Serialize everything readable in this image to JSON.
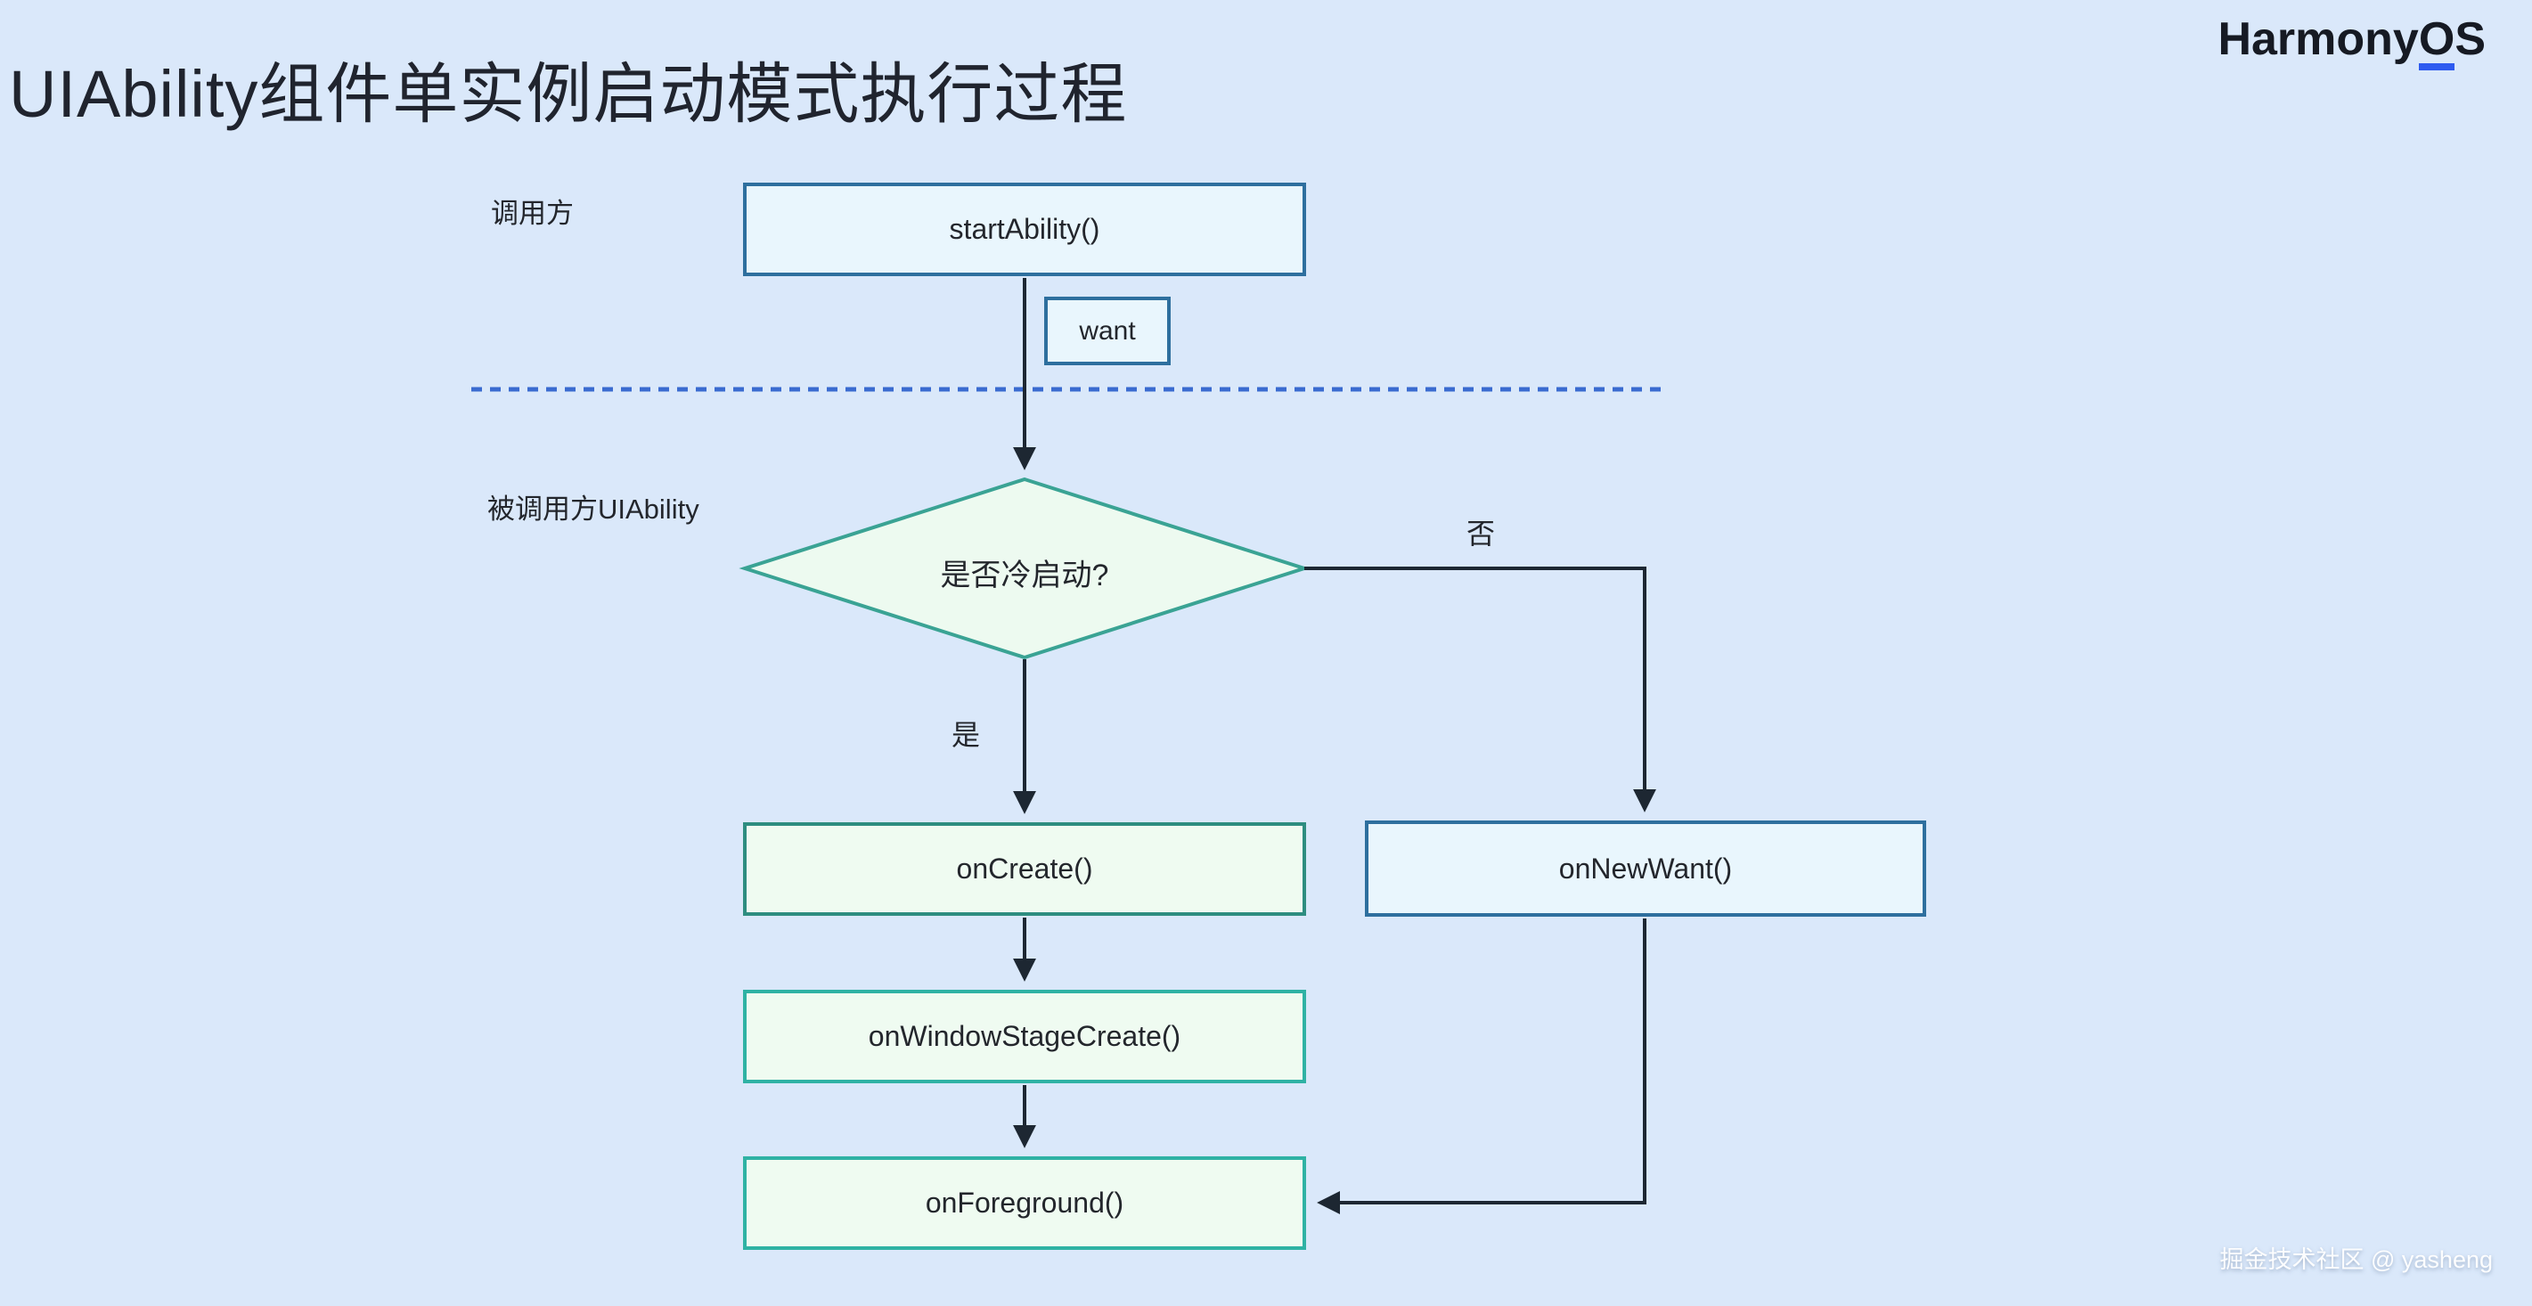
{
  "page": {
    "title": "UIAbility组件单实例启动模式执行过程",
    "background_color": "#dae8fa"
  },
  "logo": {
    "part1": "Harmony",
    "part2": "O",
    "part3": "S",
    "underline_color": "#2e5bf0",
    "text_color": "#161a23"
  },
  "lanes": {
    "caller": "调用方",
    "callee": "被调用方UIAbility",
    "divider_color": "#3a6bd0",
    "divider_style": "dashed"
  },
  "nodes": {
    "start_ability": {
      "label": "startAbility()",
      "shape": "rect",
      "fill": "#e9f6fd",
      "border": "#2e6f9e"
    },
    "want": {
      "label": "want",
      "shape": "rect",
      "fill": "#e9f6fd",
      "border": "#2e6f9e"
    },
    "cold_start_decision": {
      "label": "是否冷启动?",
      "shape": "diamond",
      "fill": "#edfaf0",
      "border": "#3aa394"
    },
    "on_create": {
      "label": "onCreate()",
      "shape": "rect",
      "fill": "#effbf1",
      "border": "#2e8d80"
    },
    "on_new_want": {
      "label": "onNewWant()",
      "shape": "rect",
      "fill": "#e9f6fd",
      "border": "#2e6f9e"
    },
    "on_window_stage_create": {
      "label": "onWindowStageCreate()",
      "shape": "rect",
      "fill": "#effbf1",
      "border": "#2fb2a4"
    },
    "on_foreground": {
      "label": "onForeground()",
      "shape": "rect",
      "fill": "#effbf1",
      "border": "#2fb2a4"
    }
  },
  "edge_labels": {
    "yes": "是",
    "no": "否"
  },
  "edges": [
    {
      "from": "startAbility()",
      "to": "是否冷启动?",
      "label": "want"
    },
    {
      "from": "是否冷启动?",
      "to": "onCreate()",
      "label": "是"
    },
    {
      "from": "是否冷启动?",
      "to": "onNewWant()",
      "label": "否"
    },
    {
      "from": "onCreate()",
      "to": "onWindowStageCreate()",
      "label": ""
    },
    {
      "from": "onWindowStageCreate()",
      "to": "onForeground()",
      "label": ""
    },
    {
      "from": "onNewWant()",
      "to": "onForeground()",
      "label": ""
    }
  ],
  "connector_color": "#1d2732",
  "watermark": {
    "text": "掘金技术社区 @ yasheng"
  }
}
